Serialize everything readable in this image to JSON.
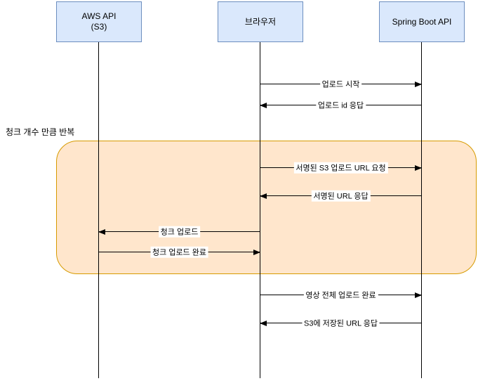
{
  "diagram": {
    "type": "sequence-diagram",
    "actors": [
      {
        "id": "aws",
        "label": "AWS API",
        "sublabel": "(S3)"
      },
      {
        "id": "browser",
        "label": "브라우저",
        "sublabel": ""
      },
      {
        "id": "spring",
        "label": "Spring Boot API",
        "sublabel": ""
      }
    ],
    "loop": {
      "label": "청크 개수 만큼 반복",
      "fill": "#ffe6cc",
      "border": "#d79b00"
    },
    "messages": [
      {
        "label": "업로드 시작",
        "from": "browser",
        "to": "spring",
        "direction": "right"
      },
      {
        "label": "업로드 id 응답",
        "from": "spring",
        "to": "browser",
        "direction": "left"
      },
      {
        "label": "서명된 S3 업로드 URL 요청",
        "from": "browser",
        "to": "spring",
        "direction": "right"
      },
      {
        "label": "서명된 URL 응답",
        "from": "spring",
        "to": "browser",
        "direction": "left"
      },
      {
        "label": "청크 업로드",
        "from": "browser",
        "to": "aws",
        "direction": "left"
      },
      {
        "label": "청크 업로드 완료",
        "from": "aws",
        "to": "browser",
        "direction": "right"
      },
      {
        "label": "영상 전체 업로드 완료",
        "from": "browser",
        "to": "spring",
        "direction": "right"
      },
      {
        "label": "S3에 저장된 URL 응답",
        "from": "spring",
        "to": "browser",
        "direction": "left"
      }
    ],
    "colors": {
      "actor_fill": "#dae8fc",
      "actor_border": "#6c8ebf",
      "loop_fill": "#ffe6cc",
      "loop_border": "#d79b00",
      "line": "#000000",
      "background": "#ffffff"
    }
  }
}
